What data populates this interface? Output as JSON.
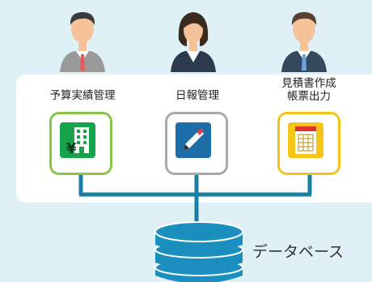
{
  "modules": [
    {
      "label": "予算実績管理",
      "icon": "budget-building-icon"
    },
    {
      "label": "日報管理",
      "icon": "pencil-edit-icon"
    },
    {
      "label": "見積書作成\n帳票出力",
      "icon": "document-form-icon"
    }
  ],
  "database": {
    "label": "データベース",
    "icon": "database-icon"
  },
  "colors": {
    "background": "#dff0f6",
    "connector": "#1a7fa2",
    "budget": "#8ac44a",
    "report": "#a7a9ac",
    "document": "#f0c419"
  }
}
